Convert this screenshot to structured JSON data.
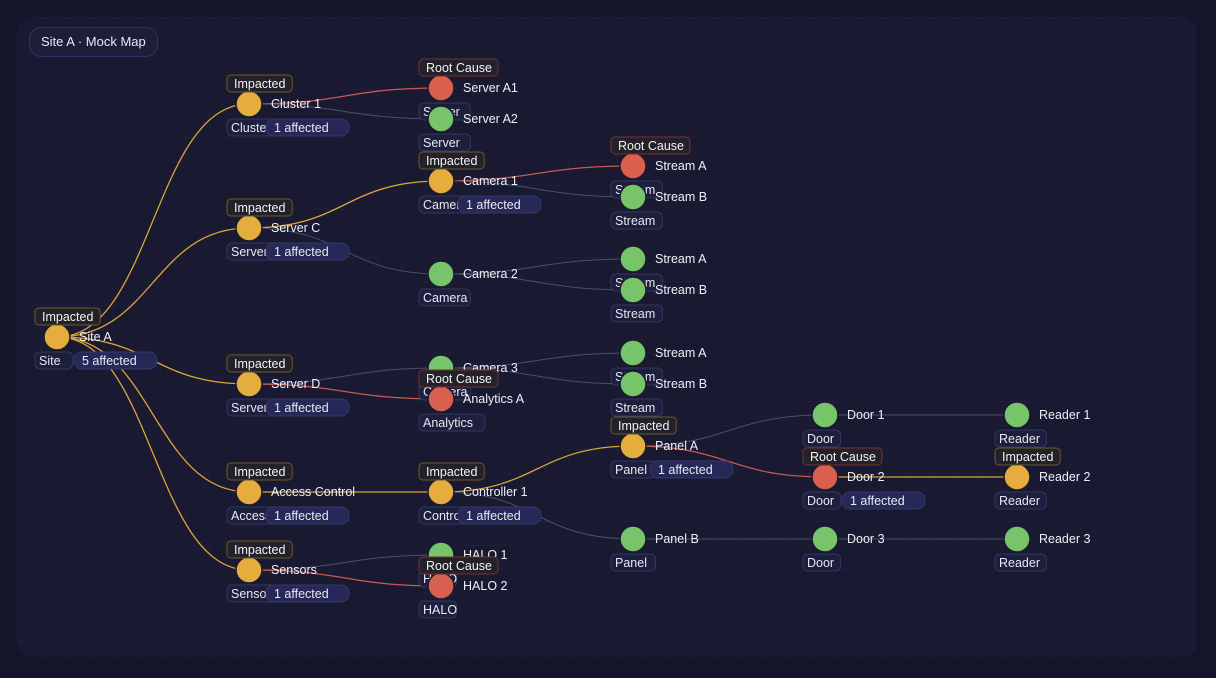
{
  "map_title": "Site A · Mock Map",
  "colors": {
    "impacted": "#e5ad3d",
    "root_cause": "#d9604f",
    "healthy": "#78c46a",
    "edge_normal": "#4b4f6b",
    "edge_impacted": "#d9a63a",
    "edge_root": "#c75a4f"
  },
  "nodes": [
    {
      "id": "site_a",
      "name": "Site A",
      "type": "Site",
      "status": "impacted",
      "badge": "Impacted",
      "affected": "5 affected"
    },
    {
      "id": "cluster_1",
      "name": "Cluster 1",
      "type": "Cluster",
      "status": "impacted",
      "badge": "Impacted",
      "affected": "1 affected"
    },
    {
      "id": "server_a1",
      "name": "Server A1",
      "type": "Server",
      "status": "root",
      "badge": "Root Cause"
    },
    {
      "id": "server_a2",
      "name": "Server A2",
      "type": "Server",
      "status": "healthy"
    },
    {
      "id": "server_c",
      "name": "Server C",
      "type": "Server",
      "status": "impacted",
      "badge": "Impacted",
      "affected": "1 affected"
    },
    {
      "id": "camera_1",
      "name": "Camera 1",
      "type": "Camera",
      "status": "impacted",
      "badge": "Impacted",
      "affected": "1 affected"
    },
    {
      "id": "c1_stream_a",
      "name": "Stream A",
      "type": "Stream",
      "status": "root",
      "badge": "Root Cause"
    },
    {
      "id": "c1_stream_b",
      "name": "Stream B",
      "type": "Stream",
      "status": "healthy"
    },
    {
      "id": "camera_2",
      "name": "Camera 2",
      "type": "Camera",
      "status": "healthy"
    },
    {
      "id": "c2_stream_a",
      "name": "Stream A",
      "type": "Stream",
      "status": "healthy"
    },
    {
      "id": "c2_stream_b",
      "name": "Stream B",
      "type": "Stream",
      "status": "healthy"
    },
    {
      "id": "server_d",
      "name": "Server D",
      "type": "Server",
      "status": "impacted",
      "badge": "Impacted",
      "affected": "1 affected"
    },
    {
      "id": "camera_3",
      "name": "Camera 3",
      "type": "Camera",
      "status": "healthy"
    },
    {
      "id": "analytics_a",
      "name": "Analytics A",
      "type": "Analytics",
      "status": "root",
      "badge": "Root Cause"
    },
    {
      "id": "c3_stream_a",
      "name": "Stream A",
      "type": "Stream",
      "status": "healthy"
    },
    {
      "id": "c3_stream_b",
      "name": "Stream B",
      "type": "Stream",
      "status": "healthy"
    },
    {
      "id": "access_control",
      "name": "Access Control",
      "type": "Access Control",
      "status": "impacted",
      "badge": "Impacted",
      "affected": "1 affected"
    },
    {
      "id": "controller_1",
      "name": "Controller 1",
      "type": "Controller",
      "status": "impacted",
      "badge": "Impacted",
      "affected": "1 affected"
    },
    {
      "id": "panel_a",
      "name": "Panel A",
      "type": "Panel",
      "status": "impacted",
      "badge": "Impacted",
      "affected": "1 affected"
    },
    {
      "id": "panel_b",
      "name": "Panel B",
      "type": "Panel",
      "status": "healthy"
    },
    {
      "id": "door_1",
      "name": "Door 1",
      "type": "Door",
      "status": "healthy"
    },
    {
      "id": "door_2",
      "name": "Door 2",
      "type": "Door",
      "status": "root",
      "badge": "Root Cause",
      "affected": "1 affected"
    },
    {
      "id": "door_3",
      "name": "Door 3",
      "type": "Door",
      "status": "healthy"
    },
    {
      "id": "reader_1",
      "name": "Reader 1",
      "type": "Reader",
      "status": "healthy"
    },
    {
      "id": "reader_2",
      "name": "Reader 2",
      "type": "Reader",
      "status": "impacted",
      "badge": "Impacted"
    },
    {
      "id": "reader_3",
      "name": "Reader 3",
      "type": "Reader",
      "status": "healthy"
    },
    {
      "id": "sensors",
      "name": "Sensors",
      "type": "Sensors",
      "status": "impacted",
      "badge": "Impacted",
      "affected": "1 affected"
    },
    {
      "id": "halo_1",
      "name": "HALO 1",
      "type": "HALO",
      "status": "healthy"
    },
    {
      "id": "halo_2",
      "name": "HALO 2",
      "type": "HALO",
      "status": "root",
      "badge": "Root Cause"
    }
  ],
  "edges": [
    {
      "from": "site_a",
      "to": "cluster_1",
      "status": "impacted"
    },
    {
      "from": "site_a",
      "to": "server_c",
      "status": "impacted"
    },
    {
      "from": "site_a",
      "to": "server_d",
      "status": "impacted"
    },
    {
      "from": "site_a",
      "to": "access_control",
      "status": "impacted"
    },
    {
      "from": "site_a",
      "to": "sensors",
      "status": "impacted"
    },
    {
      "from": "cluster_1",
      "to": "server_a1",
      "status": "root"
    },
    {
      "from": "cluster_1",
      "to": "server_a2",
      "status": "normal"
    },
    {
      "from": "server_c",
      "to": "camera_1",
      "status": "impacted"
    },
    {
      "from": "server_c",
      "to": "camera_2",
      "status": "normal"
    },
    {
      "from": "camera_1",
      "to": "c1_stream_a",
      "status": "root"
    },
    {
      "from": "camera_1",
      "to": "c1_stream_b",
      "status": "normal"
    },
    {
      "from": "camera_2",
      "to": "c2_stream_a",
      "status": "normal"
    },
    {
      "from": "camera_2",
      "to": "c2_stream_b",
      "status": "normal"
    },
    {
      "from": "server_d",
      "to": "camera_3",
      "status": "normal"
    },
    {
      "from": "server_d",
      "to": "analytics_a",
      "status": "root"
    },
    {
      "from": "camera_3",
      "to": "c3_stream_a",
      "status": "normal"
    },
    {
      "from": "camera_3",
      "to": "c3_stream_b",
      "status": "normal"
    },
    {
      "from": "access_control",
      "to": "controller_1",
      "status": "impacted"
    },
    {
      "from": "controller_1",
      "to": "panel_a",
      "status": "impacted"
    },
    {
      "from": "controller_1",
      "to": "panel_b",
      "status": "normal"
    },
    {
      "from": "panel_a",
      "to": "door_1",
      "status": "normal"
    },
    {
      "from": "panel_a",
      "to": "door_2",
      "status": "root"
    },
    {
      "from": "panel_b",
      "to": "door_3",
      "status": "normal"
    },
    {
      "from": "door_1",
      "to": "reader_1",
      "status": "normal"
    },
    {
      "from": "door_2",
      "to": "reader_2",
      "status": "impacted"
    },
    {
      "from": "door_3",
      "to": "reader_3",
      "status": "normal"
    },
    {
      "from": "sensors",
      "to": "halo_1",
      "status": "normal"
    },
    {
      "from": "sensors",
      "to": "halo_2",
      "status": "root"
    }
  ]
}
